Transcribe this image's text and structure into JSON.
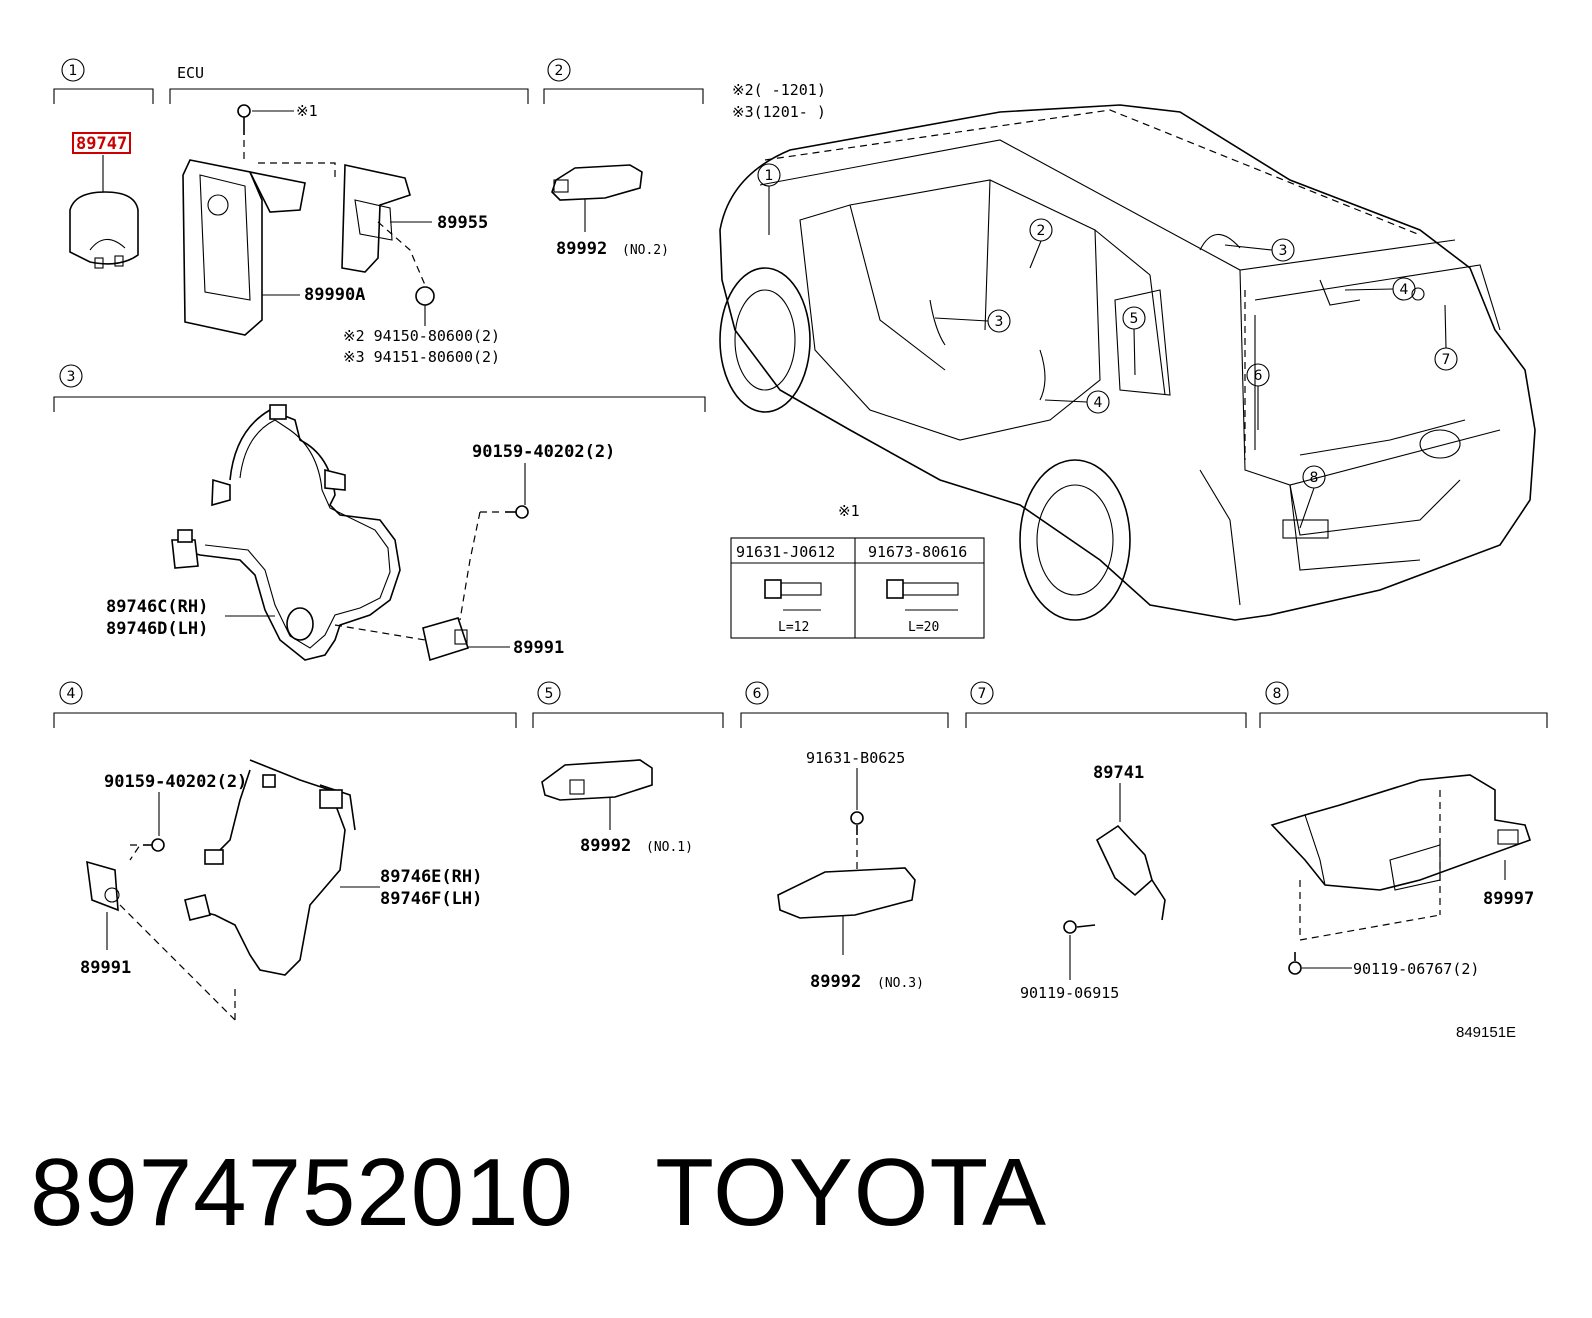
{
  "sections": {
    "s1": {
      "num": "1",
      "label_ecu": "ECU"
    },
    "s2": {
      "num": "2"
    },
    "s3": {
      "num": "3"
    },
    "s4": {
      "num": "4"
    },
    "s5": {
      "num": "5"
    },
    "s6": {
      "num": "6"
    },
    "s7": {
      "num": "7"
    },
    "s8": {
      "num": "8"
    }
  },
  "parts": {
    "p89747": "89747",
    "p89955": "89955",
    "p89990A": "89990A",
    "note1": "※1",
    "clip_a": "※2 94150-80600(2)",
    "clip_b": "※3 94151-80600(2)",
    "p89992_no2": "89992",
    "no2": "(NO.2)",
    "legend_a": "※2(    -1201)",
    "legend_b": "※3(1201-    )",
    "bolt_90159_a": "90159-40202(2)",
    "p89746C": "89746C(RH)",
    "p89746D": "89746D(LH)",
    "p89991_a": "89991",
    "bolt_note": "※1",
    "bolt_col1": "91631-J0612",
    "bolt_col2": "91673-80616",
    "bolt_len1": "L=12",
    "bolt_len2": "L=20",
    "bolt_90159_b": "90159-40202(2)",
    "p89746E": "89746E(RH)",
    "p89746F": "89746F(LH)",
    "p89991_b": "89991",
    "p89992_no1": "89992",
    "no1": "(NO.1)",
    "bolt_91631": "91631-B0625",
    "p89992_no3": "89992",
    "no3": "(NO.3)",
    "p89741": "89741",
    "bolt_90119_a": "90119-06915",
    "p89997": "89997",
    "bolt_90119_b": "90119-06767(2)",
    "diagram_id": "849151E"
  },
  "car_callouts": [
    "1",
    "2",
    "3",
    "3",
    "4",
    "4",
    "5",
    "6",
    "7",
    "8"
  ],
  "footer": {
    "part_number": "8974752010",
    "brand": "TOYOTA"
  },
  "colors": {
    "highlight": "#cc0000",
    "ink": "#000000"
  }
}
